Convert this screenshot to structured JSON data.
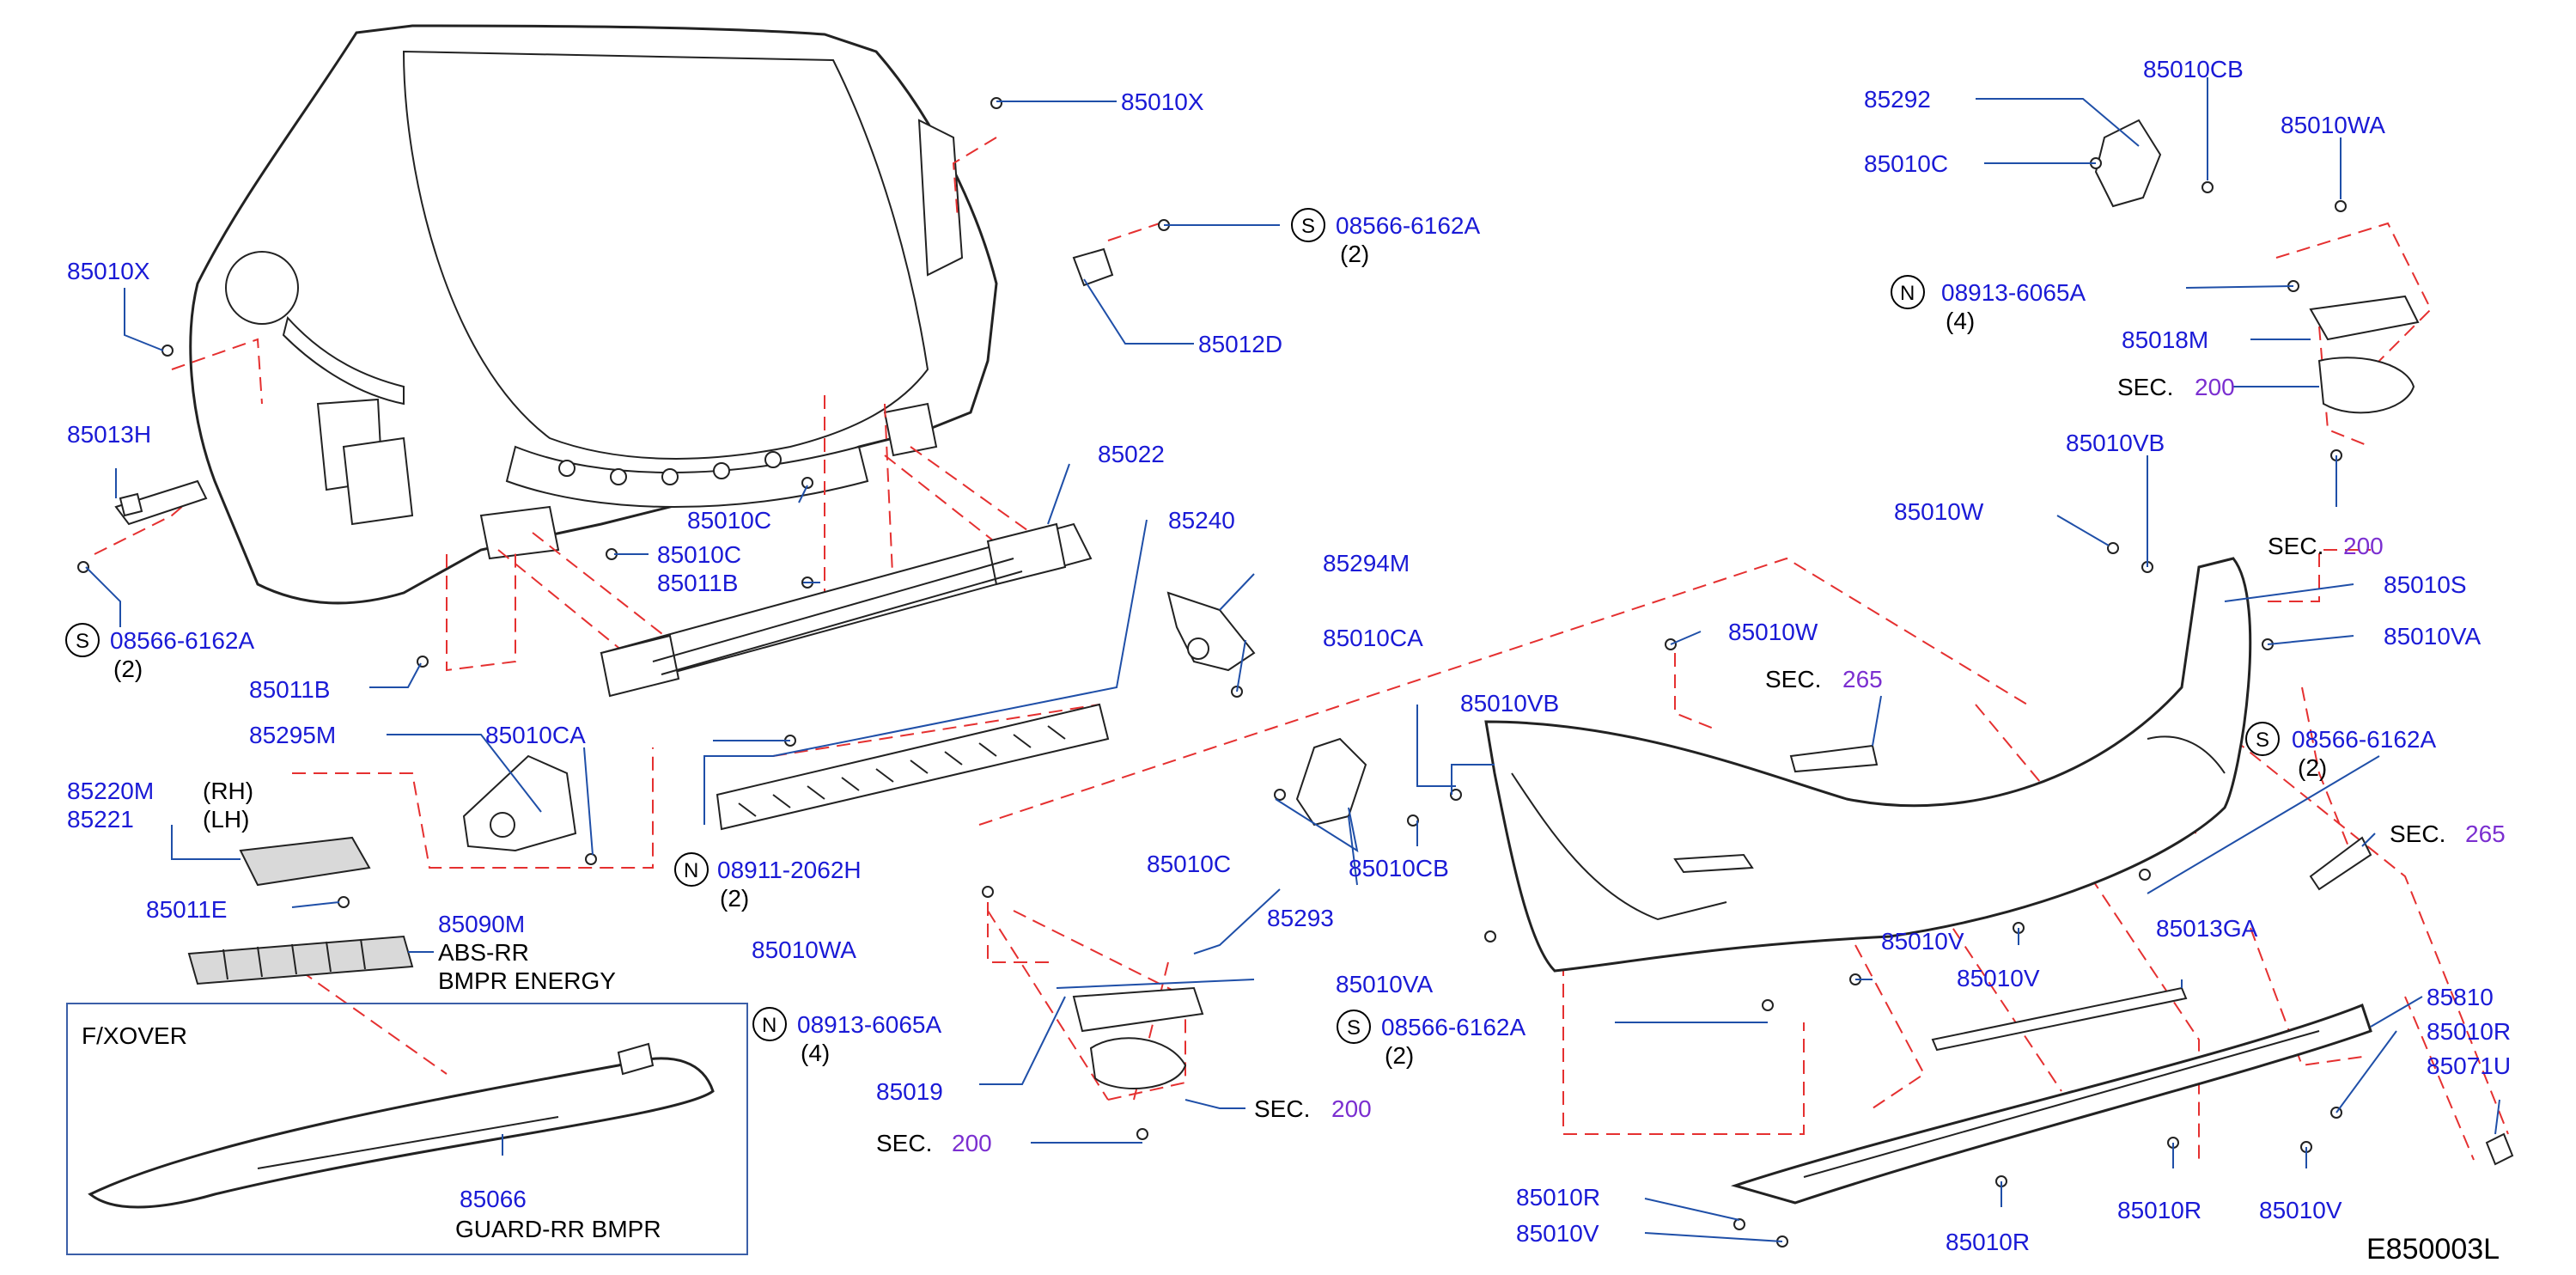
{
  "drawing_code": "E850003L",
  "inset_title": "F/XOVER",
  "colors": {
    "part_label": "#1a1ad6",
    "section_ref": "#7b2fd0",
    "leader": "#1f4fa8",
    "dashed": "#e53030"
  },
  "labels": {
    "p85010X_a": "85010X",
    "p85010X_b": "85010X",
    "p85013H": "85013H",
    "s08566_a": "08566-6162A",
    "qty_a": "(2)",
    "p85011B_a": "85011B",
    "p85295M": "85295M",
    "p85010CA_a": "85010CA",
    "p85220M": "85220M",
    "rh": "(RH)",
    "p85221": "85221",
    "lh": "(LH)",
    "p85011E": "85011E",
    "p85090M": "85090M",
    "abs_name": "ABS-RR",
    "abs_name2": "BMPR   ENERGY",
    "p85066": "85066",
    "guard_name": "GUARD-RR   BMPR",
    "s08566_b": "08566-6162A",
    "qty_b": "(2)",
    "p85012D": "85012D",
    "p85022": "85022",
    "p85010C_a": "85010C",
    "p85010C_b": "85010C",
    "p85011B_b": "85011B",
    "p85240": "85240",
    "n08911": "08911-2062H",
    "qty_c": "(2)",
    "p85010WA_a": "85010WA",
    "n08913_a": "08913-6065A",
    "qty_d": "(4)",
    "p85019": "85019",
    "sec_word_a": "SEC.",
    "sec_num_a": "200",
    "sec_word_b": "SEC.",
    "sec_num_b": "200",
    "p85294M": "85294M",
    "p85010CA_b": "85010CA",
    "p85010C_c": "85010C",
    "p85010CB_a": "85010CB",
    "p85293": "85293",
    "p85010VA_a": "85010VA",
    "s08566_c": "08566-6162A",
    "qty_e": "(2)",
    "p85010VB_a": "85010VB",
    "p85010W_a": "85010W",
    "sec_word_c": "SEC.",
    "sec_num_c": "265",
    "p85010V_a": "85010V",
    "p85010V_b": "85010V",
    "p85010R_a": "85010R",
    "p85010V_c": "85010V",
    "p85010R_b": "85010R",
    "p85010R_c": "85010R",
    "p85010V_d": "85010V",
    "p85292": "85292",
    "p85010CB_b": "85010CB",
    "p85010C_d": "85010C",
    "p85010WA_b": "85010WA",
    "n08913_b": "08913-6065A",
    "qty_f": "(4)",
    "p85018M": "85018M",
    "sec_word_d": "SEC.",
    "sec_num_d": "200",
    "p85010VB_b": "85010VB",
    "p85010W_b": "85010W",
    "sec_word_e": "SEC.",
    "sec_num_e": "200",
    "p85010S": "85010S",
    "p85010VA_b": "85010VA",
    "s08566_d": "08566-6162A",
    "qty_g": "(2)",
    "sec_word_f": "SEC.",
    "sec_num_f": "265",
    "p85013GA": "85013GA",
    "p85810": "85810",
    "p85010R_d": "85010R",
    "p85071U": "85071U",
    "circle_s": "S",
    "circle_n": "N"
  }
}
